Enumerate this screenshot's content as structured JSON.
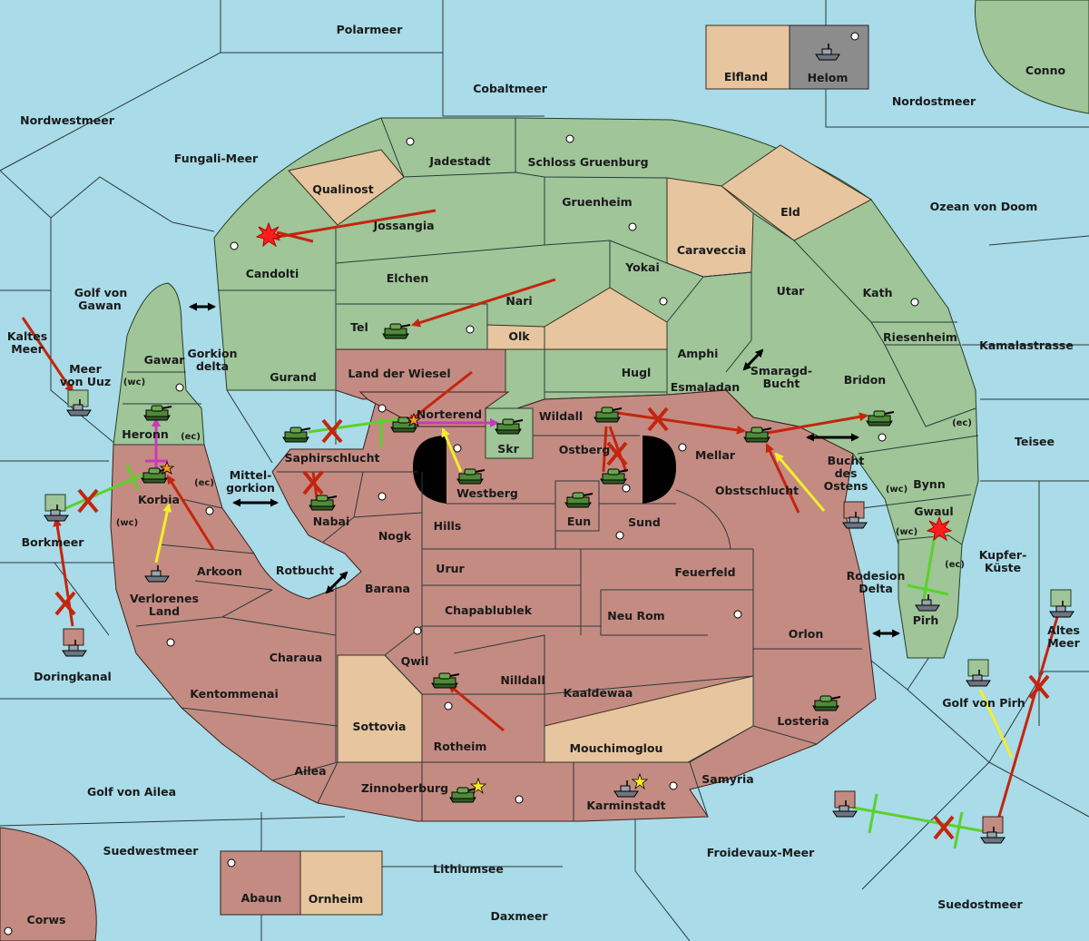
{
  "map_title": "",
  "seas": {
    "polarmeer": "Polarmeer",
    "cobaltmeer": "Cobaltmeer",
    "nordwestmeer": "Nordwestmeer",
    "fungali": "Fungali-Meer",
    "nordostmeer": "Nordostmeer",
    "conno": "Conno",
    "ozean": "Ozean von Doom",
    "kamalastrasse": "Kamalastrasse",
    "teisee": "Teisee",
    "golf_gawan_1": "Golf von",
    "golf_gawan_2": "Gawan",
    "kaltes_1": "Kaltes",
    "kaltes_2": "Meer",
    "meer_uuz_1": "Meer",
    "meer_uuz_2": "von Uuz",
    "gorkion_1": "Gorkion",
    "gorkion_2": "delta",
    "mittel_1": "Mittel-",
    "mittel_2": "gorkion",
    "borkmeer": "Borkmeer",
    "rotbucht": "Rotbucht",
    "doringkanal": "Doringkanal",
    "smaragd_1": "Smaragd-",
    "smaragd_2": "Bucht",
    "bucht_ostens_1": "Bucht",
    "bucht_ostens_2": "des",
    "bucht_ostens_3": "Ostens",
    "kupfer_1": "Kupfer-",
    "kupfer_2": "Küste",
    "rodesion_1": "Rodesion",
    "rodesion_2": "Delta",
    "altes_1": "Altes",
    "altes_2": "Meer",
    "golf_pirh": "Golf von Pirh",
    "golf_ailea": "Golf von Ailea",
    "suedwestmeer": "Suedwestmeer",
    "lithiumsee": "Lithiumsee",
    "froidevaux": "Froidevaux-Meer",
    "daxmeer": "Daxmeer",
    "suedostmeer": "Suedostmeer"
  },
  "provinces": {
    "elfland": "Elfland",
    "helom": "Helom",
    "jadestadt": "Jadestadt",
    "schloss": "Schloss Gruenburg",
    "qualinost": "Qualinost",
    "gruenheim": "Gruenheim",
    "eld": "Eld",
    "jossangia": "Jossangia",
    "caraveccia": "Caraveccia",
    "candolti": "Candolti",
    "elchen": "Elchen",
    "yokai": "Yokai",
    "utar": "Utar",
    "kath": "Kath",
    "nari": "Nari",
    "tel": "Tel",
    "olk": "Olk",
    "riesenheim": "Riesenheim",
    "amphi": "Amphi",
    "gawar": "Gawar",
    "gurand": "Gurand",
    "land_wiesel": "Land der Wiesel",
    "hugl": "Hugl",
    "bridon": "Bridon",
    "esmaladan": "Esmaladan",
    "heronn": "Heronn",
    "norterend": "Norterend",
    "wildall": "Wildall",
    "saphir": "Saphirschlucht",
    "skr": "Skr",
    "ostberg": "Ostberg",
    "mellar": "Mellar",
    "bynn": "Bynn",
    "westberg": "Westberg",
    "obstschlucht": "Obstschlucht",
    "korbia": "Korbia",
    "gwaul": "Gwaul",
    "nabai": "Nabai",
    "hills": "Hills",
    "eun": "Eun",
    "sund": "Sund",
    "nogk": "Nogk",
    "arkoon": "Arkoon",
    "verlorenes_1": "Verlorenes",
    "verlorenes_2": "Land",
    "urur": "Urur",
    "feuerfeld": "Feuerfeld",
    "barana": "Barana",
    "pirh": "Pirh",
    "chapablublek": "Chapablublek",
    "neu_rom": "Neu Rom",
    "orlon": "Orlon",
    "charaua": "Charaua",
    "qwil": "Qwil",
    "nilldall": "Nilldall",
    "kentommenai": "Kentommenai",
    "kaaldewaa": "Kaaldewaa",
    "losteria": "Losteria",
    "sottovia": "Sottovia",
    "rotheim": "Rotheim",
    "mouchimoglou": "Mouchimoglou",
    "ailea": "Ailea",
    "samyria": "Samyria",
    "zinnoberburg": "Zinnoberburg",
    "karminstadt": "Karminstadt",
    "abaun": "Abaun",
    "ornheim": "Ornheim",
    "corws": "Corws"
  },
  "coast_tags": {
    "wc": "(wc)",
    "ec": "(ec)"
  },
  "colors": {
    "sea": "#a9dbe8",
    "power_green": "#9fc598",
    "power_red": "#c48b82",
    "neutral": "#e6c59f",
    "helom": "#8c8c8c",
    "order_move": "#c4250e",
    "order_support": "#f2ef2a",
    "order_convoy": "#5bd12b",
    "order_retreat": "#c83ab7"
  },
  "icons": {
    "army": "tank-icon",
    "fleet": "ship-icon",
    "supply_centre": "supply-centre-icon",
    "failed": "x-icon",
    "dislodged": "explosion-icon",
    "home": "star-icon"
  }
}
